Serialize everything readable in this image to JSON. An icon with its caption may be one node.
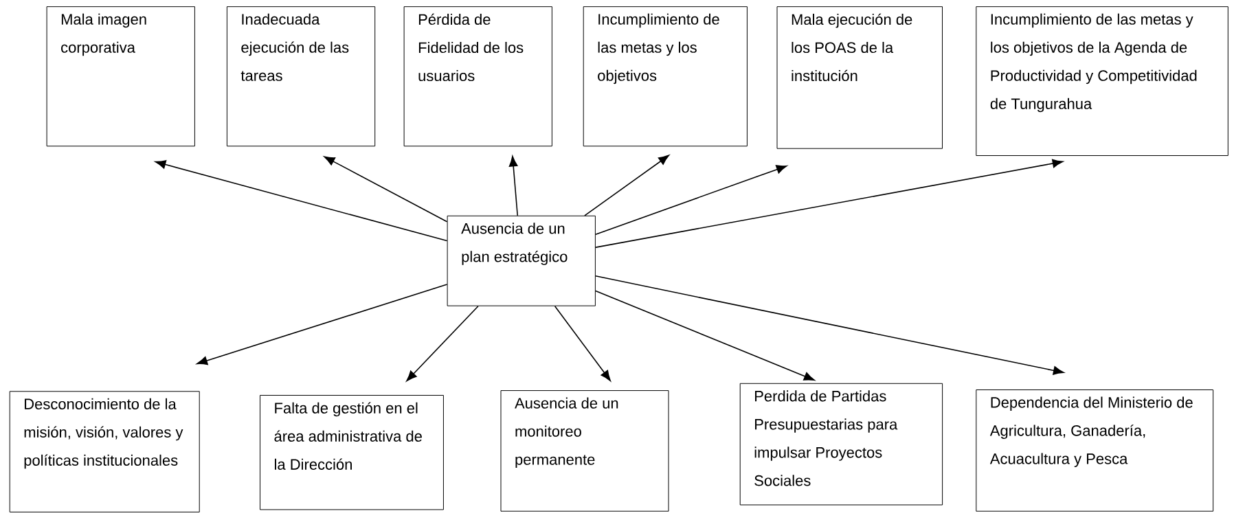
{
  "diagram": {
    "nodes": [
      {
        "text": [
          "Ausencia de un plan estratégico"
        ]
      },
      {
        "text": [
          "Mala imagen corporativa"
        ]
      },
      {
        "text": [
          "Inadecuada ejecución de las tareas"
        ]
      },
      {
        "text": [
          "Pérdida de Fidelidad de los usuarios"
        ]
      },
      {
        "text": [
          "Incumplimiento de las metas y los objetivos"
        ]
      },
      {
        "text": [
          "Mala ejecución de los POAS de la institución"
        ]
      },
      {
        "text": [
          "Incumplimiento de las metas y los objetivos de la Agenda de Productividad y Competitividad de Tungurahua"
        ]
      },
      {
        "text": [
          "Desconocimiento de la misión, visión, valores y políticas institucionales"
        ]
      },
      {
        "text": [
          "Falta de gestión en el área administrativa de la Dirección"
        ]
      },
      {
        "text": [
          "Ausencia de un monitoreo permanente"
        ]
      },
      {
        "text": [
          "Perdida de Partidas Presupuestarias para impulsar Proyectos Sociales"
        ]
      },
      {
        "text": [
          "Dependencia del Ministerio de Agricultura, Ganadería, Acuacultura y Pesca"
        ]
      }
    ],
    "edges": [
      {
        "from": 0,
        "to": 1,
        "arrow": "to"
      },
      {
        "from": 0,
        "to": 2,
        "arrow": "to"
      },
      {
        "from": 0,
        "to": 3,
        "arrow": "to"
      },
      {
        "from": 0,
        "to": 4,
        "arrow": "to"
      },
      {
        "from": 0,
        "to": 5,
        "arrow": "to"
      },
      {
        "from": 0,
        "to": 6,
        "arrow": "to"
      },
      {
        "from": 0,
        "to": 7,
        "arrow": "to"
      },
      {
        "from": 0,
        "to": 8,
        "arrow": "to"
      },
      {
        "from": 0,
        "to": 9,
        "arrow": "to"
      },
      {
        "from": 0,
        "to": 10,
        "arrow": "to"
      },
      {
        "from": 0,
        "to": 11,
        "arrow": "to"
      }
    ]
  }
}
